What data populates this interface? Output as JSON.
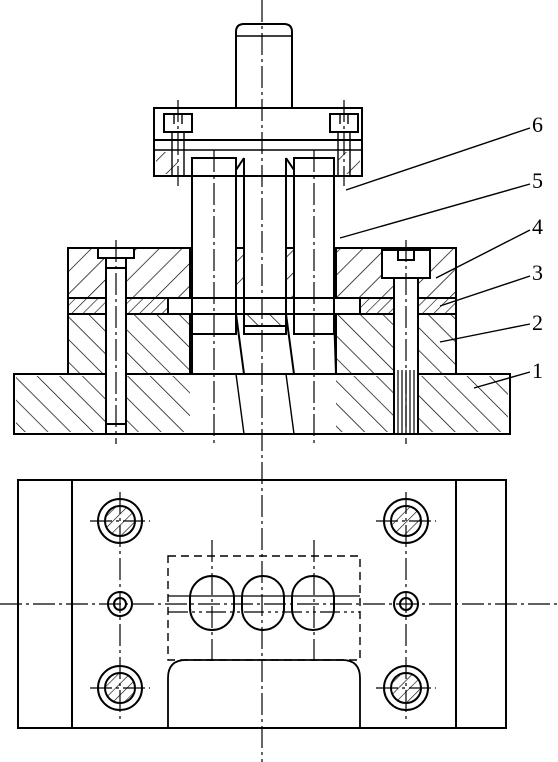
{
  "callouts": [
    {
      "number": "6"
    },
    {
      "number": "5"
    },
    {
      "number": "4"
    },
    {
      "number": "3"
    },
    {
      "number": "2"
    },
    {
      "number": "1"
    }
  ],
  "colors": {
    "line": "#000000",
    "background": "#ffffff"
  }
}
